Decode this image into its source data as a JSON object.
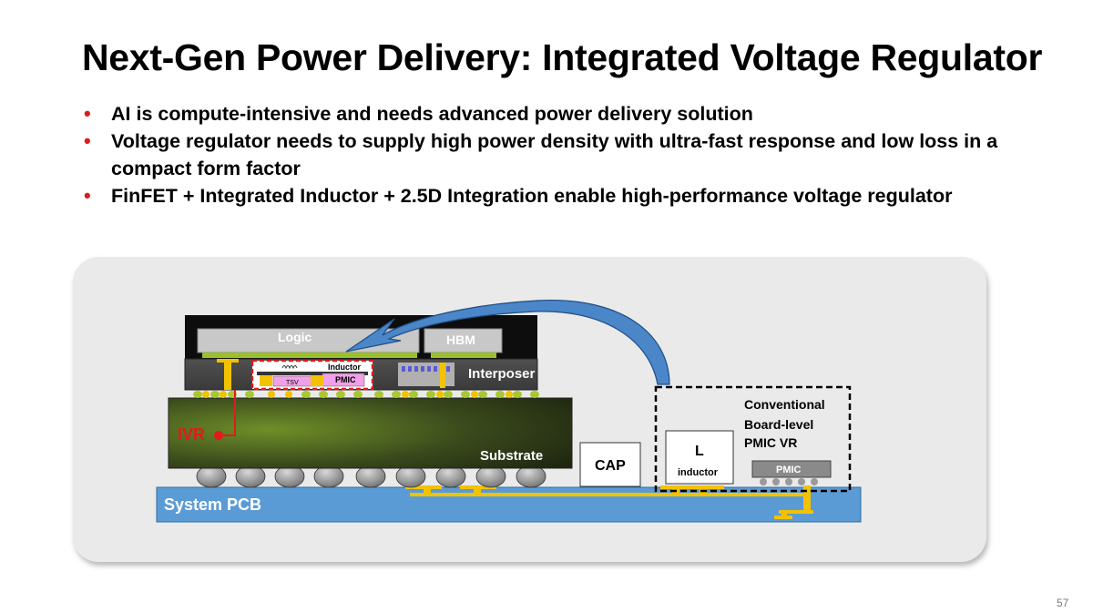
{
  "title": "Next-Gen Power Delivery: Integrated Voltage Regulator",
  "bullets": [
    "AI is compute-intensive and needs advanced power delivery solution",
    "Voltage regulator needs to supply high power density with ultra-fast response and low loss in a compact form factor",
    "FinFET + Integrated Inductor + 2.5D Integration enable high-performance voltage regulator"
  ],
  "diagram": {
    "logic": "Logic",
    "hbm": "HBM",
    "interposer": "Interposer",
    "inductor": "Inductor",
    "pmic_ivr": "PMIC",
    "tsv": "TSV",
    "ivr": "IVR",
    "substrate": "Substrate",
    "system_pcb": "System PCB",
    "cap": "CAP",
    "l": "L",
    "l_sub": "inductor",
    "conventional": [
      "Conventional",
      "Board-level",
      "PMIC VR"
    ],
    "pmic_board": "PMIC"
  },
  "colors": {
    "bullet": "#e01b1b",
    "pcb": "#5b9bd5",
    "trace": "#f2c200",
    "ivr": "#e01b1b",
    "pmic": "#f0a0e8",
    "arrow": "#4a86c8"
  },
  "page_number": "57"
}
